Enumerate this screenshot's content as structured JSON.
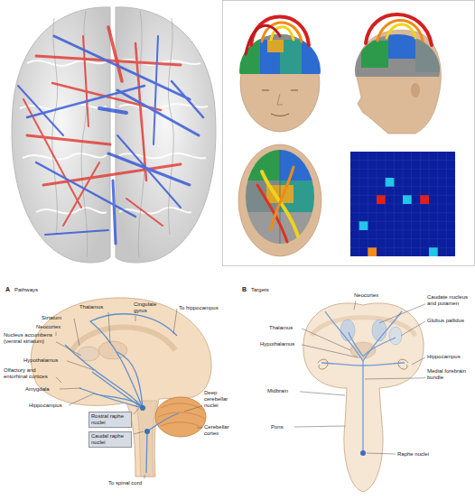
{
  "diagram": {
    "nodes": [
      {
        "text": [
          "Rostral raphe nuclei"
        ]
      },
      {
        "text": [
          "Caudal raphe nuclei"
        ]
      }
    ],
    "labels": [
      "A",
      "Pathways",
      "Thalamus",
      "Cingulate gyrus",
      "To hippocampus",
      "Striatum",
      "Neocortex",
      "Nucleus accumbens (ventral striatum)",
      "Hypothalamus",
      "Olfactory and entorhinal cortices",
      "Amygdala",
      "Hippocampus",
      "To spinal cord",
      "Deep cerebellar nuclei",
      "Cerebellar cortex",
      "B",
      "Targets",
      "Neocortex",
      "Caudate nucleus and putamen",
      "Globus pallidus",
      "Thalamus",
      "Hypothalamus",
      "Hippocampus",
      "Medial forebrain bundle",
      "Midbrain",
      "Pons",
      "Raphe nuclei"
    ]
  }
}
